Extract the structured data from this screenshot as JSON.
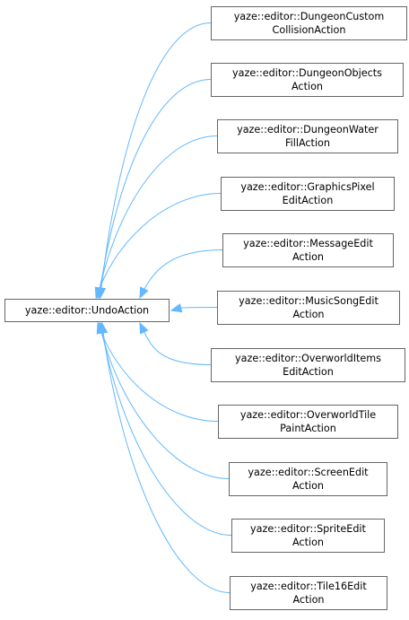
{
  "base_class": {
    "lines": [
      "yaze::editor::UndoAction"
    ]
  },
  "derived_classes": [
    {
      "lines": [
        "yaze::editor::DungeonCustom",
        "CollisionAction"
      ]
    },
    {
      "lines": [
        "yaze::editor::DungeonObjects",
        "Action"
      ]
    },
    {
      "lines": [
        "yaze::editor::DungeonWater",
        "FillAction"
      ]
    },
    {
      "lines": [
        "yaze::editor::GraphicsPixel",
        "EditAction"
      ]
    },
    {
      "lines": [
        "yaze::editor::MessageEdit",
        "Action"
      ]
    },
    {
      "lines": [
        "yaze::editor::MusicSongEdit",
        "Action"
      ]
    },
    {
      "lines": [
        "yaze::editor::OverworldItems",
        "EditAction"
      ]
    },
    {
      "lines": [
        "yaze::editor::OverworldTile",
        "PaintAction"
      ]
    },
    {
      "lines": [
        "yaze::editor::ScreenEdit",
        "Action"
      ]
    },
    {
      "lines": [
        "yaze::editor::SpriteEdit",
        "Action"
      ]
    },
    {
      "lines": [
        "yaze::editor::Tile16Edit",
        "Action"
      ]
    }
  ],
  "colors": {
    "edge": "#63b8ff",
    "node_border": "#666666",
    "node_fill": "#ffffff",
    "text": "#000000"
  }
}
